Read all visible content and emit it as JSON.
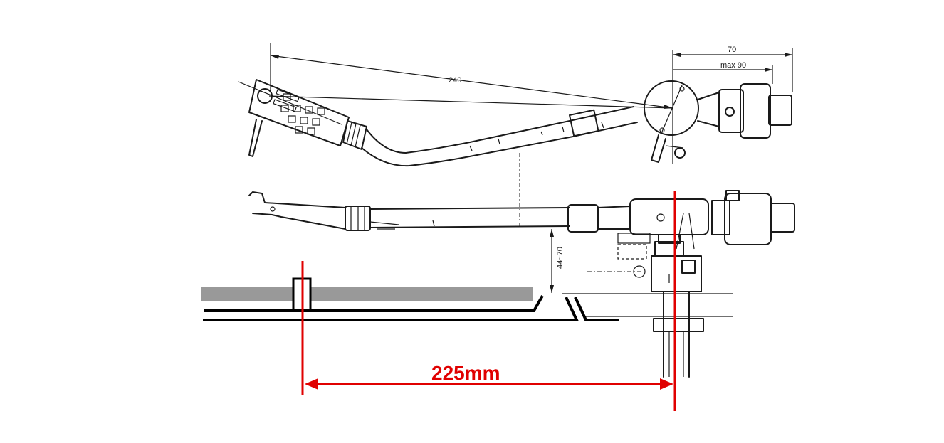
{
  "dimensions": {
    "arm_length": "240",
    "rear_overhang": "70",
    "rear_overhang_max": "max 90",
    "pillar_height": "44~70",
    "mounting_distance": "225mm"
  },
  "colors": {
    "drawing_ink": "#1a1a1a",
    "measurement_red": "#e00000",
    "platter_gray": "#999999"
  }
}
